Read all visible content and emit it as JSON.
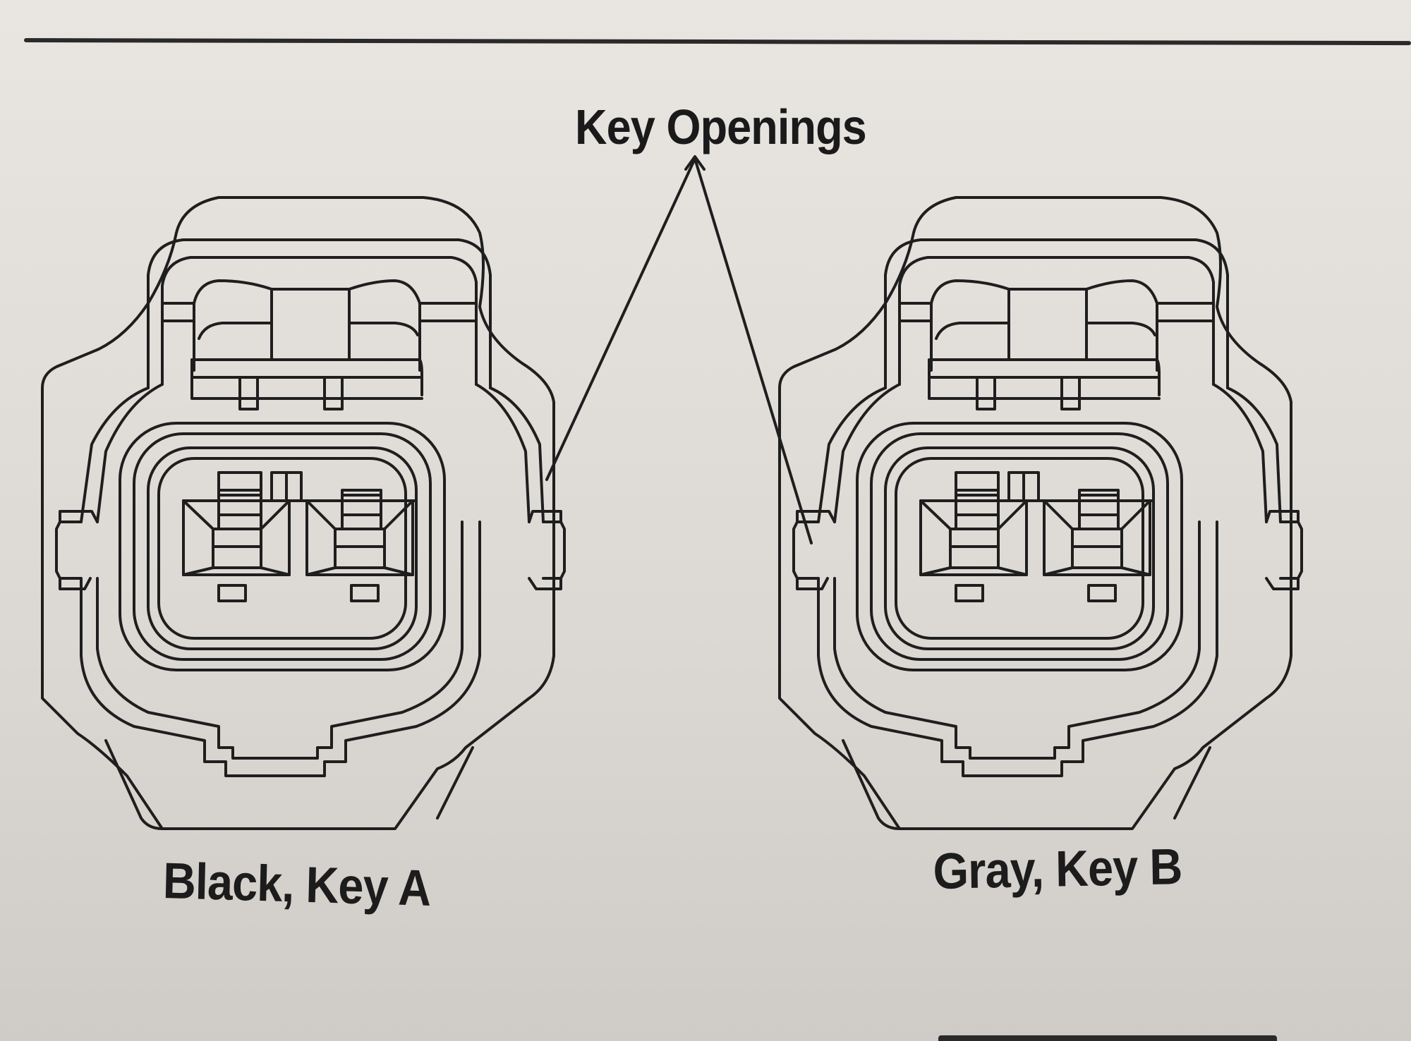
{
  "diagram": {
    "callout_label": "Key Openings",
    "connectors": [
      {
        "id": "left",
        "caption": "Black, Key A",
        "color_name": "Black",
        "key": "A",
        "key_opening_side": "right"
      },
      {
        "id": "right",
        "caption": "Gray, Key B",
        "color_name": "Gray",
        "key": "B",
        "key_opening_side": "left"
      }
    ],
    "colors": {
      "line": "#1e1e1e",
      "paper": "#e3e0dc"
    }
  }
}
